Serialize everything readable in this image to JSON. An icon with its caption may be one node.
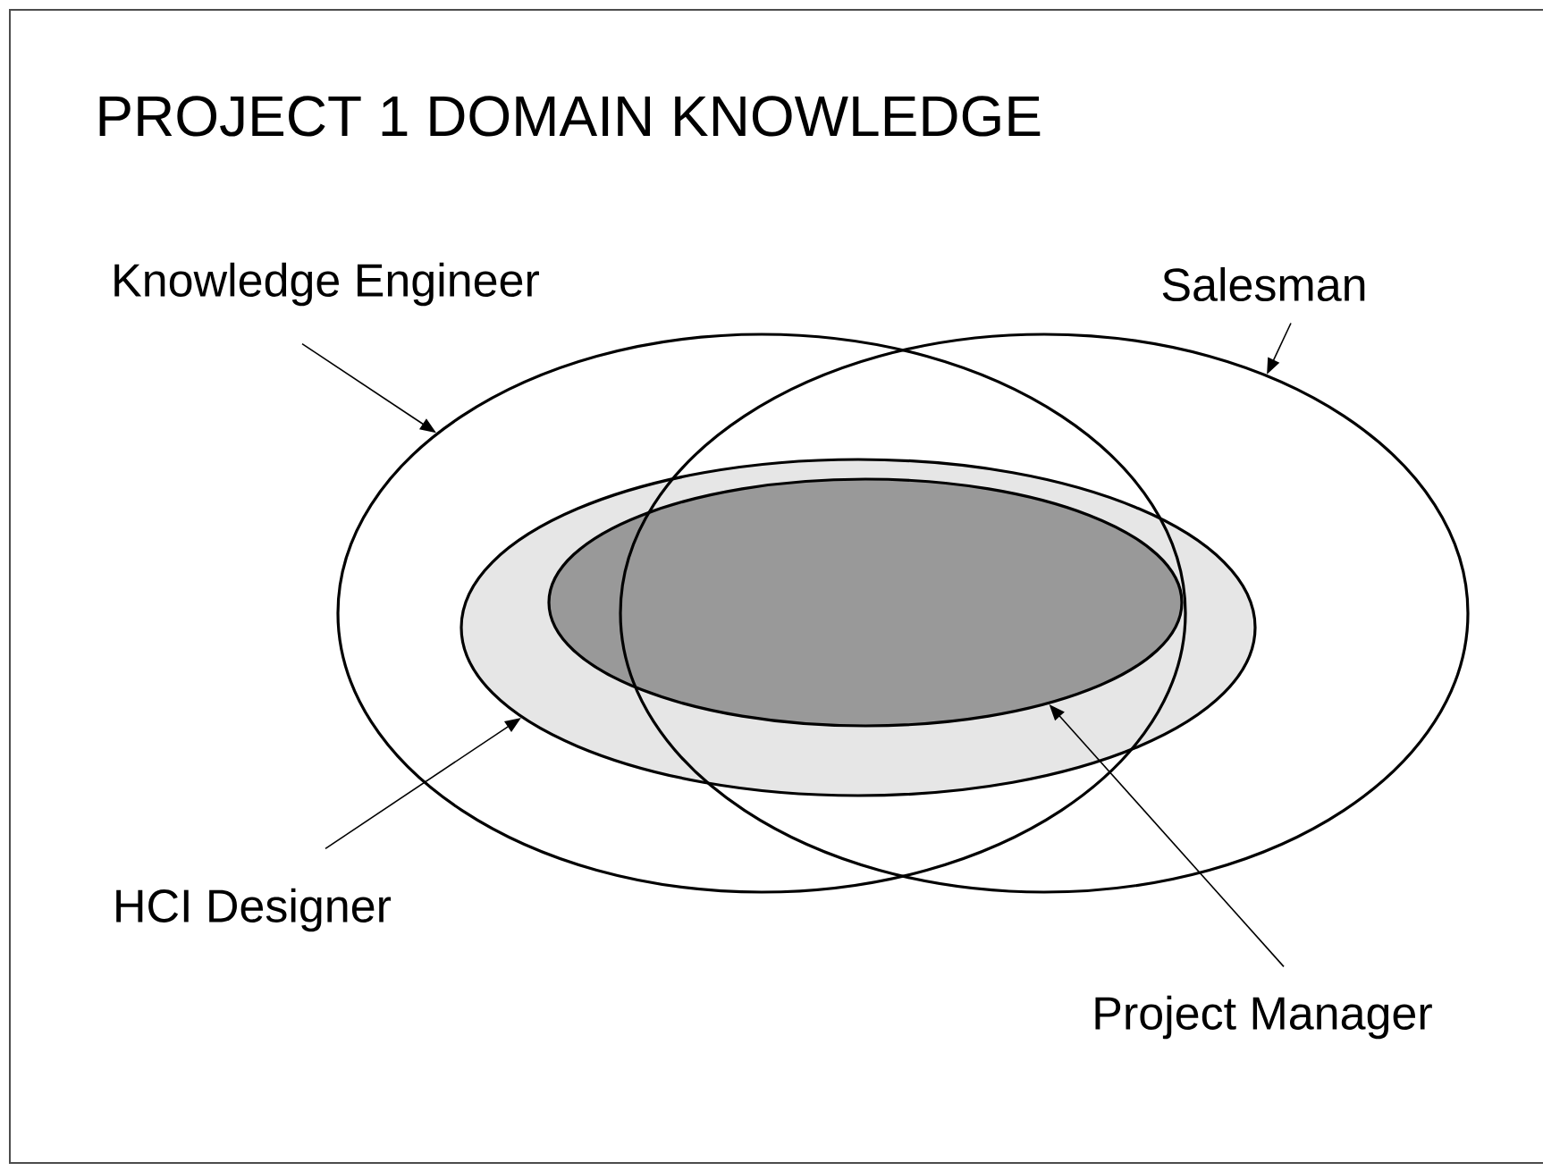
{
  "diagram": {
    "title": "PROJECT 1 DOMAIN KNOWLEDGE",
    "nodes": [
      {
        "text": [
          "Knowledge Engineer"
        ]
      },
      {
        "text": [
          "Salesman"
        ]
      },
      {
        "text": [],
        "shape": "ellipse"
      },
      {
        "text": [],
        "shape": "ellipse"
      },
      {
        "text": [],
        "shape": "ellipse"
      },
      {
        "text": [],
        "shape": "ellipse",
        "in": 4
      },
      {
        "text": [
          "HCI Designer"
        ]
      },
      {
        "text": [
          "Project Manager"
        ]
      }
    ],
    "edges": [
      {
        "from": 0,
        "to": 2,
        "arrow": "to"
      },
      {
        "from": 1,
        "to": 3,
        "arrow": "to"
      },
      {
        "from": 6,
        "to": 4,
        "arrow": "to"
      },
      {
        "from": 7,
        "to": 5,
        "arrow": "to"
      }
    ]
  }
}
